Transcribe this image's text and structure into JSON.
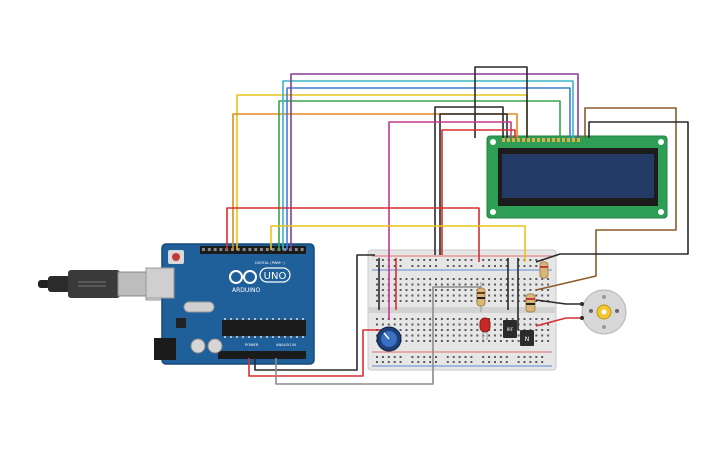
{
  "arduino": {
    "brand_text": "ARDUINO",
    "model_text": "UNO",
    "digital_label": "DIGITAL (PWM~)",
    "analog_label": "ANALOG IN",
    "power_label": "POWER",
    "color": "#1f5f9a"
  },
  "components": {
    "transistor_label": "N",
    "regulator_label": "IRF"
  },
  "wire_colors": {
    "red": "#d62f2f",
    "yellow": "#e9c31b",
    "orange": "#e08a1e",
    "green": "#3aa34a",
    "blue": "#3d7fd0",
    "cyan": "#3bb3c9",
    "purple": "#8a3b9a",
    "black": "#2a2a2a",
    "brown": "#8b5a2b",
    "gray": "#8c8c8c",
    "magenta": "#c23a8a"
  },
  "lcd": {
    "board_color": "#2e9e55",
    "screen_color": "#243b67"
  }
}
